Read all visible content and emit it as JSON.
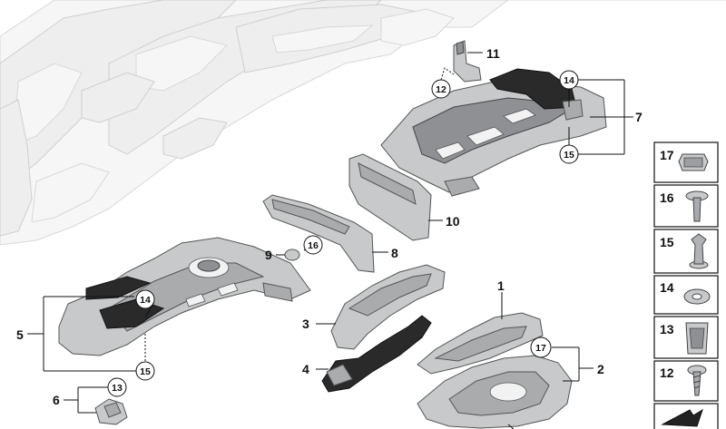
{
  "callouts": {
    "c1": "1",
    "c2": "2",
    "c3": "3",
    "c4": "4",
    "c5": "5",
    "c6": "6",
    "c7": "7",
    "c8": "8",
    "c9": "9",
    "c10": "10",
    "c11": "11",
    "c12_circle": "12",
    "c13_circle": "13",
    "c14_top": "14",
    "c14_left": "14",
    "c15_top": "15",
    "c15_left": "15",
    "c16_circle": "16",
    "c17_circle": "17"
  },
  "legend": {
    "items": [
      {
        "label": "17",
        "icon": "clip-nut-icon"
      },
      {
        "label": "16",
        "icon": "expanding-rivet-icon"
      },
      {
        "label": "15",
        "icon": "push-pin-icon"
      },
      {
        "label": "14",
        "icon": "washer-icon"
      },
      {
        "label": "13",
        "icon": "spring-clip-icon"
      },
      {
        "label": "12",
        "icon": "screw-icon"
      }
    ]
  }
}
